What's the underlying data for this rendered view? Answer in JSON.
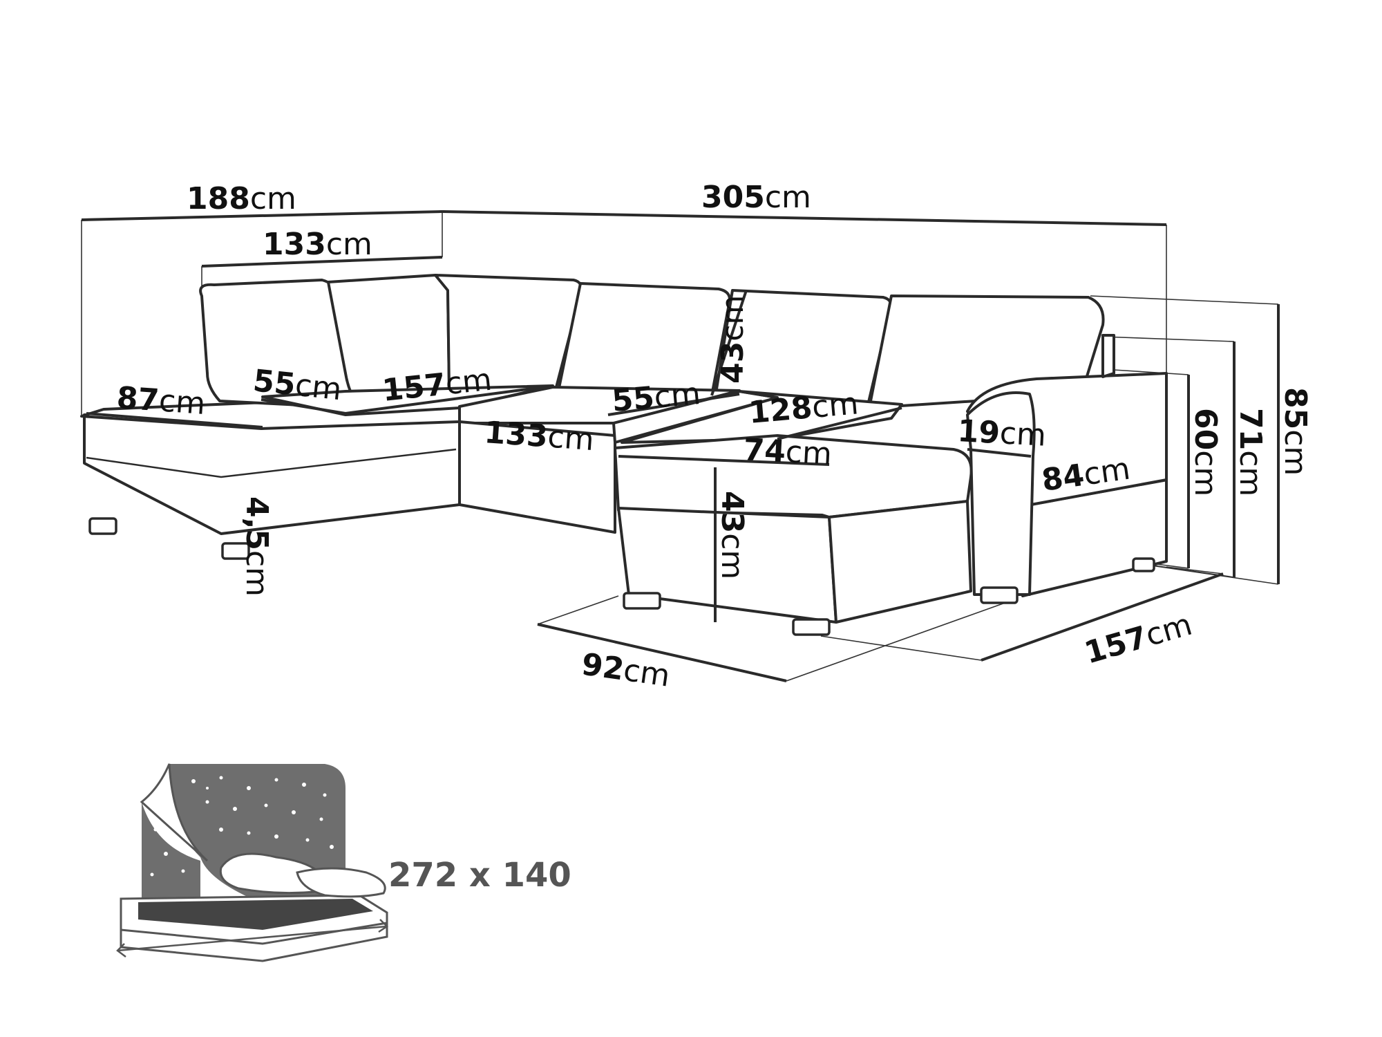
{
  "unit": "cm",
  "dimensions": {
    "overall_left_depth": "188",
    "overall_width": "305",
    "left_back_width": "133",
    "left_chaise_depth": "87",
    "left_seat_depth": "55",
    "left_corner_seat": "157",
    "middle_seat_depth": "55",
    "middle_seat_width": "133",
    "backrest_height": "43",
    "right_seat_width": "128",
    "ottoman_depth": "74",
    "armrest_width": "19",
    "armrest_depth": "84",
    "ottoman_height": "43",
    "leg_height": "4,5",
    "seat_height": "60",
    "arm_height": "71",
    "back_height": "85",
    "ottoman_width": "92",
    "right_depth": "157"
  },
  "bed": {
    "size_label": "272 x 140"
  }
}
